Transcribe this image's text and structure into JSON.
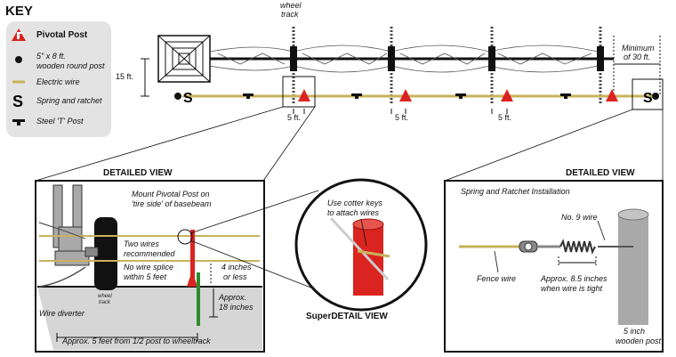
{
  "key": {
    "title": "KEY",
    "items": [
      {
        "icon": "pivotal-post-icon",
        "label": "Pivotal Post"
      },
      {
        "icon": "round-post-icon",
        "label_line1": "5\" x 8 ft.",
        "label_line2": "wooden round post"
      },
      {
        "icon": "electric-wire-icon",
        "label": "Electric wire"
      },
      {
        "icon": "spring-ratchet-icon",
        "label": "Spring and ratchet"
      },
      {
        "icon": "steel-t-post-icon",
        "label": "Steel 'T' Post"
      }
    ]
  },
  "overview": {
    "wheel_track_line1": "wheel",
    "wheel_track_line2": "track",
    "height_label": "15 ft.",
    "spacing_label": "5 ft.",
    "min_line1": "Minimum",
    "min_line2": "of 30 ft."
  },
  "detail_left": {
    "title": "DETAILED  VIEW",
    "mount_line1": "Mount Pivotal Post on",
    "mount_line2": "'tire side' of basebeam",
    "two_wires_line1": "Two wires",
    "two_wires_line2": "recommended",
    "no_splice_line1": "No wire splice",
    "no_splice_line2": "within 5 feet",
    "inches4_line1": "4 inches",
    "inches4_line2": "or less",
    "approx18_line1": "Approx.",
    "approx18_line2": "18 inches",
    "wheel_track_line1": "wheel",
    "wheel_track_line2": "track",
    "wire_diverter": "Wire diverter",
    "approx5": "Approx. 5 feet from 1/2 post to wheeltrack"
  },
  "super_detail": {
    "title": "SuperDETAIL  VIEW",
    "cotter_line1": "Use cotter keys",
    "cotter_line2": "to attach wires"
  },
  "detail_right": {
    "title": "DETAILED  VIEW",
    "subtitle": "Spring and Ratchet Installation",
    "no9": "No. 9 wire",
    "fence_wire": "Fence wire",
    "approx85_line1": "Approx. 8.5 inches",
    "approx85_line2": "when wire is tight",
    "post_line1": "5 inch",
    "post_line2": "wooden post"
  },
  "colors": {
    "wire": "#c8b35a",
    "pivotal_red": "#d9241f",
    "ground": "#cfcfcf",
    "key_bg": "#e3e3e3",
    "post_gray": "#a9a9a9",
    "green_post": "#2e8b2e"
  }
}
